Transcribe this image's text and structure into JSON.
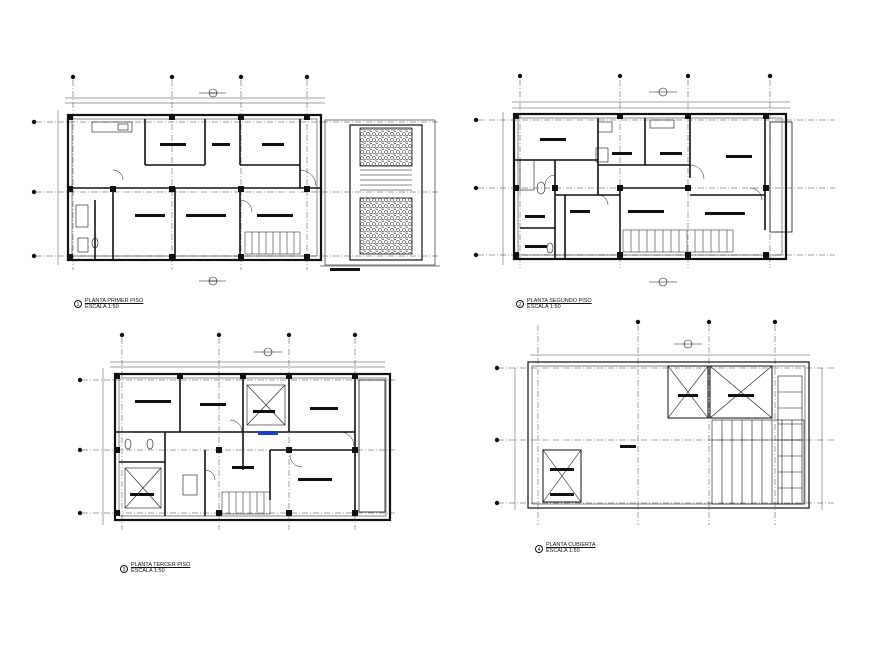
{
  "plans": [
    {
      "number": "1",
      "title": "PLANTA PRIMER PISO",
      "scale": "ESCALA 1:50"
    },
    {
      "number": "2",
      "title": "PLANTA SEGUNDO PISO",
      "scale": "ESCALA 1:50"
    },
    {
      "number": "3",
      "title": "PLANTA TERCER PISO",
      "scale": "ESCALA 1:50"
    },
    {
      "number": "4",
      "title": "PLANTA CUBIERTA",
      "scale": "ESCALA 1:50"
    }
  ],
  "colors": {
    "line": "#111111",
    "accent": "#1a3ccf"
  }
}
